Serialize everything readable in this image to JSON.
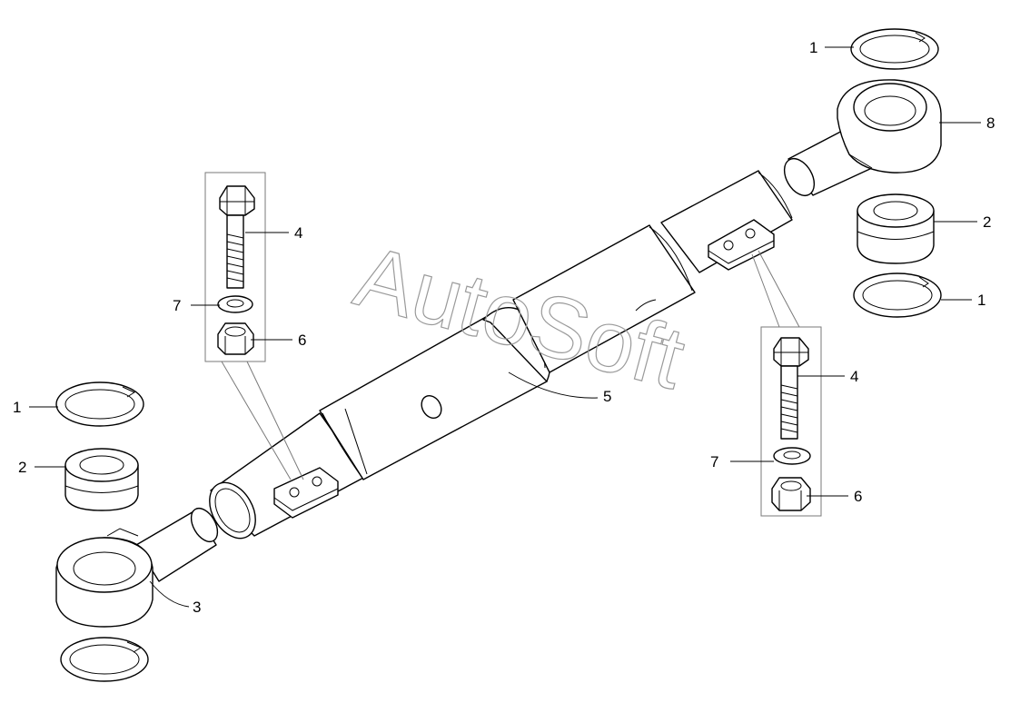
{
  "watermark": "AutoSoft",
  "callouts": [
    {
      "id": "c1a",
      "label": "1"
    },
    {
      "id": "c8",
      "label": "8"
    },
    {
      "id": "c2a",
      "label": "2"
    },
    {
      "id": "c1b",
      "label": "1"
    },
    {
      "id": "c4a",
      "label": "4"
    },
    {
      "id": "c7a",
      "label": "7"
    },
    {
      "id": "c6a",
      "label": "6"
    },
    {
      "id": "c1c",
      "label": "1"
    },
    {
      "id": "c2b",
      "label": "2"
    },
    {
      "id": "c3",
      "label": "3"
    },
    {
      "id": "c5",
      "label": "5"
    },
    {
      "id": "c4b",
      "label": "4"
    },
    {
      "id": "c7b",
      "label": "7"
    },
    {
      "id": "c6b",
      "label": "6"
    }
  ]
}
